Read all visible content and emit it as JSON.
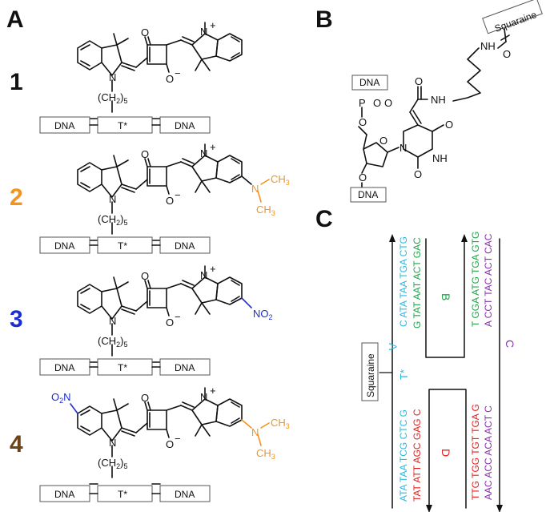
{
  "panels": {
    "a": "A",
    "b": "B",
    "c": "C"
  },
  "compounds": [
    {
      "number": "1",
      "color": "#111111",
      "substituent_right": "",
      "substituent_left": ""
    },
    {
      "number": "2",
      "color": "#f39420",
      "substituent_right": "N",
      "substituent_left": ""
    },
    {
      "number": "3",
      "color": "#1d2dcf",
      "substituent_right": "NO",
      "substituent_left": ""
    },
    {
      "number": "4",
      "color": "#6b4417",
      "substituent_right": "N",
      "substituent_left": "O"
    }
  ],
  "chem_labels": {
    "oxygen": "O",
    "nitrogen": "N",
    "plus": "+",
    "minus": "−",
    "chain_open": "(CH",
    "chain_sub": "2",
    "chain_close": ")",
    "chain_n": "5",
    "methyl": "CH",
    "methyl_sub": "3",
    "nitro": "NO",
    "nitro_sub": "2",
    "nitro_left": "O",
    "nitro_left_sub": "2",
    "nitro_left_n": "N",
    "substituent_colors": {
      "dimethylamino": "#f39420",
      "nitro": "#1d2dcf"
    }
  },
  "strand_boxes": {
    "left": "DNA",
    "middle": "T*",
    "right": "DNA"
  },
  "panel_b": {
    "squaraine_box": "Squaraine",
    "dna_top": "DNA",
    "dna_bottom": "DNA",
    "nh_linker": "N",
    "nh_h": "H",
    "phosphate": "P",
    "oxygen": "O",
    "base_nh": "NH",
    "base_n": "N",
    "ring_o": "O"
  },
  "panel_c": {
    "squaraine_box": "Squaraine",
    "strand_A": {
      "label": "A",
      "color": "#2bb8e0",
      "upper_seq": "C ATA TAA TGA CTG",
      "modified": "T*",
      "lower_seq": "ATA TAA TCG CTC G"
    },
    "strand_B": {
      "label": "B",
      "color": "#1fa64a",
      "seq1": "G TAT AAT ACT GAC",
      "seq2": "T GGA ATG TGA GTG"
    },
    "strand_C": {
      "label": "C",
      "color": "#8a2fb0",
      "seq1": "A CCT TAC ACT CAC",
      "seq2": "AAC ACC ACA ACT C"
    },
    "strand_D": {
      "label": "D",
      "color": "#e02020",
      "seq1": "TAT ATT AGC GAG C",
      "seq2": "TTG TGG TGT TGA G"
    }
  }
}
